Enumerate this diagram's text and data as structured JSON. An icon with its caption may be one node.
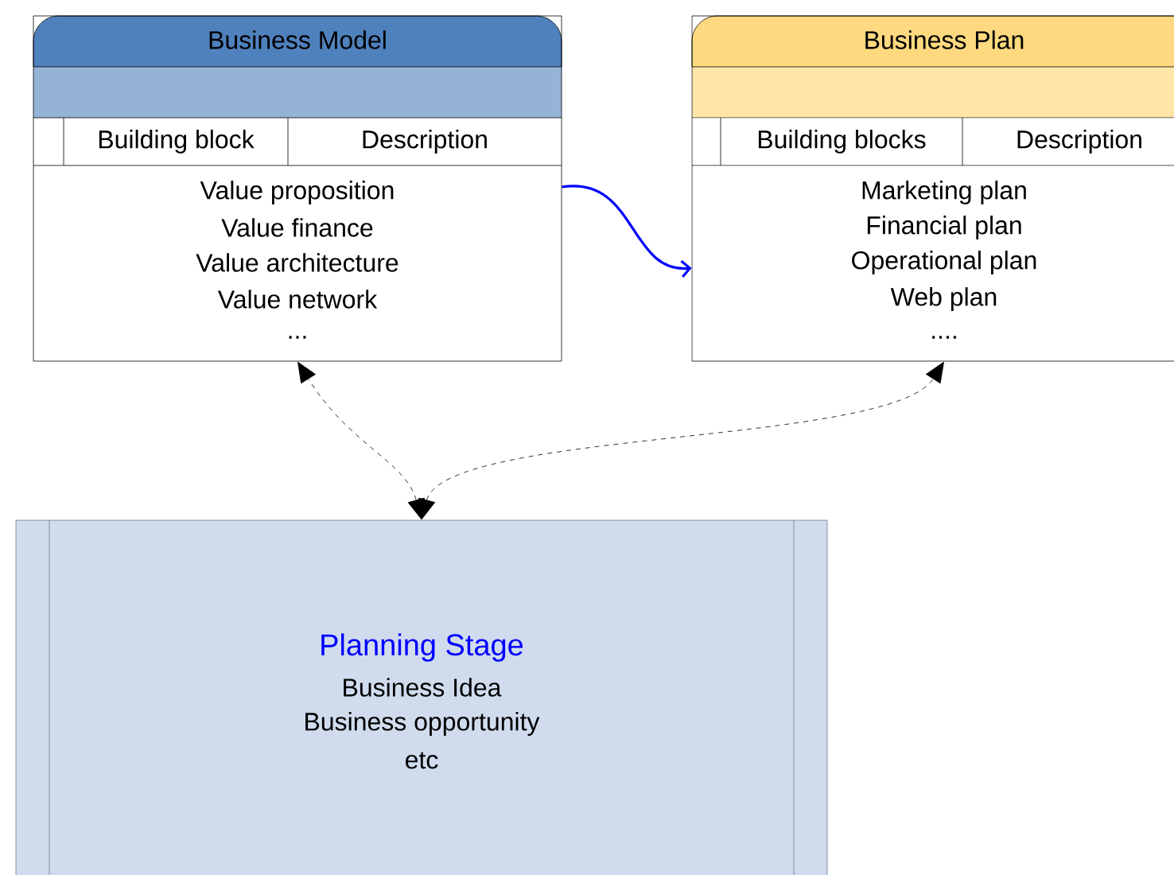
{
  "diagram": {
    "nodes": [
      {
        "text": [
          "Business Model",
          "Building block",
          "Description",
          "Value proposition",
          "Value finance",
          "Value architecture",
          "Value network",
          "..."
        ]
      },
      {
        "text": [
          "Business Plan",
          "Building blocks",
          "Description",
          "Marketing plan",
          "Financial plan",
          "Operational plan",
          "Web plan",
          "...."
        ]
      },
      {
        "text": [
          "Planning Stage",
          "Business Idea",
          "Business opportunity",
          "etc"
        ]
      }
    ],
    "edges": [
      {
        "from": 0,
        "to": 1,
        "arrow": "to",
        "color": "#0000ff"
      },
      {
        "from": 2,
        "to": 0,
        "arrow": "both",
        "style": "dashed"
      },
      {
        "from": 2,
        "to": 1,
        "arrow": "both",
        "style": "dashed"
      }
    ]
  }
}
